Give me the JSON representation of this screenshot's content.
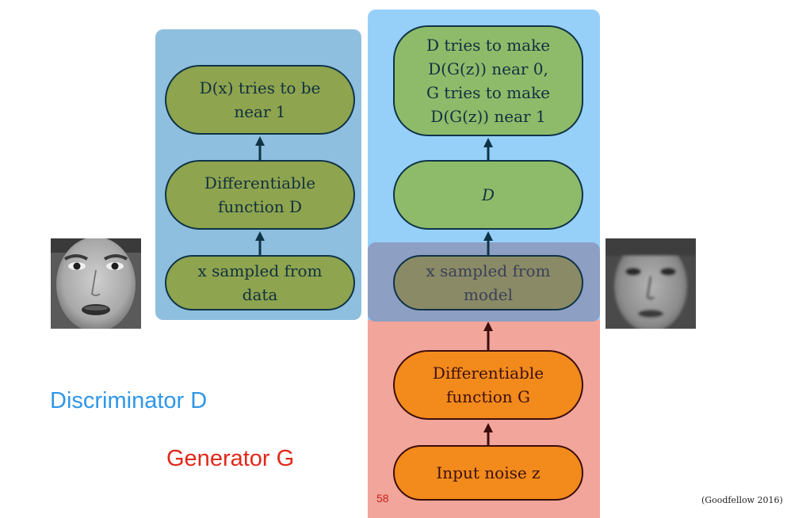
{
  "colors": {
    "disc_panel": "#8fbfde",
    "right_panel": "#96d0f8",
    "gen_panel": "#f2a59a",
    "overlap_panel": "#8e9fc4",
    "disc_node": "#8ea44e",
    "right_node": "#8dbb6a",
    "model_node": "#8a8a66",
    "gen_node": "#f28a1c",
    "disc_text": "#2f96e8",
    "gen_text": "#e0281a"
  },
  "left": {
    "top": [
      "D(x) tries to be",
      "near 1"
    ],
    "middle": [
      "Differentiable",
      "function D"
    ],
    "bottom": [
      "x sampled from",
      "data"
    ]
  },
  "right": {
    "top": [
      "D tries to make",
      "D(G(z)) near 0,",
      "G tries to make",
      "D(G(z)) near 1"
    ],
    "d": "D",
    "model": [
      "x sampled from",
      "model"
    ],
    "gen_fn": [
      "Differentiable",
      "function G"
    ],
    "noise": "Input noise z"
  },
  "labels": {
    "discriminator": "Discriminator D",
    "generator": "Generator G",
    "page": "58",
    "citation": "(Goodfellow 2016)"
  }
}
